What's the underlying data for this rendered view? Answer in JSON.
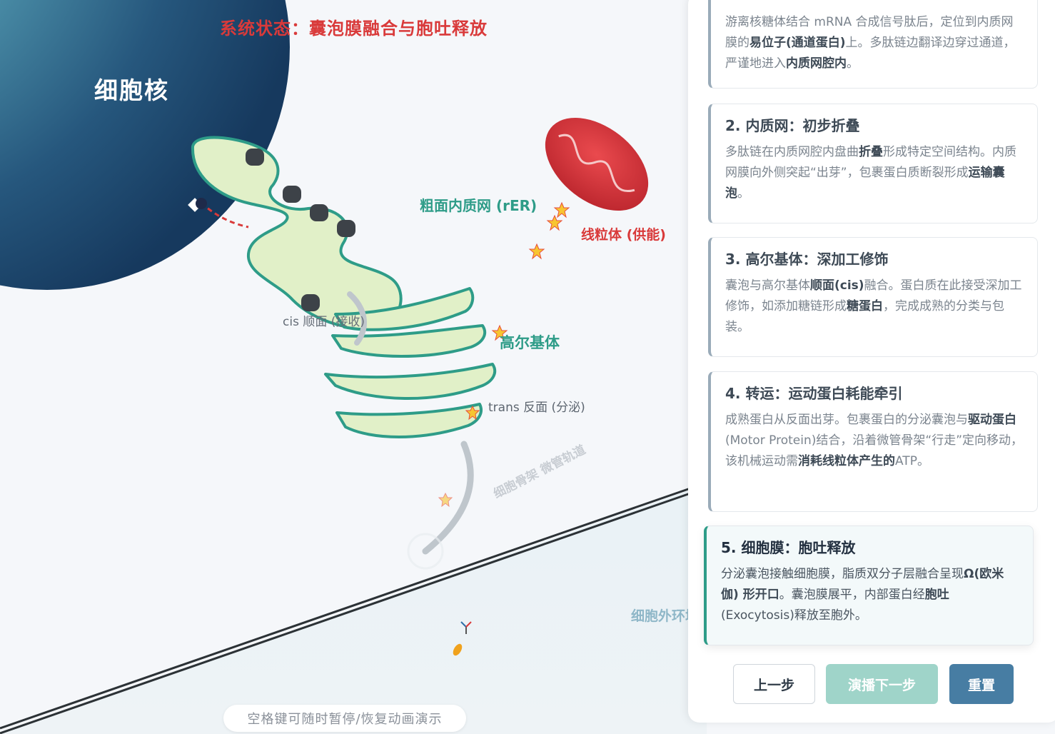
{
  "status_text": "系统状态：囊泡膜融合与胞吐释放",
  "labels": {
    "nucleus": "细胞核",
    "rer": "粗面内质网 (rER)",
    "mitochondria": "线粒体 (供能)",
    "golgi": "高尔基体",
    "cis": "cis 顺面 (接收)",
    "trans": "trans 反面 (分泌)",
    "cytoskeleton": "细胞骨架 微管轨道",
    "extracellular": "细胞外环境"
  },
  "hint": "空格键可随时暂停/恢复动画演示",
  "colors": {
    "accent": "#2e9c88",
    "alert": "#d93a3a",
    "nucleus": "#1f4a6e",
    "reset": "#477da3"
  },
  "steps": [
    {
      "title": "",
      "text_parts": [
        {
          "t": "游离核糖体结合 mRNA 合成信号肽后，定位到内质网膜的"
        },
        {
          "b": "易位子(通道蛋白)"
        },
        {
          "t": "上。多肽链边翻译边穿过通道，严谨地进入"
        },
        {
          "b": "内质网腔内"
        },
        {
          "t": "。"
        }
      ]
    },
    {
      "title": "2. 内质网：初步折叠",
      "text_parts": [
        {
          "t": "多肽链在内质网腔内盘曲"
        },
        {
          "b": "折叠"
        },
        {
          "t": "形成特定空间结构。内质网膜向外侧突起“出芽”，包裹蛋白质断裂形成"
        },
        {
          "b": "运输囊泡"
        },
        {
          "t": "。"
        }
      ]
    },
    {
      "title": "3. 高尔基体：深加工修饰",
      "text_parts": [
        {
          "t": "囊泡与高尔基体"
        },
        {
          "b": "顺面(cis)"
        },
        {
          "t": "融合。蛋白质在此接受深加工修饰，如添加糖链形成"
        },
        {
          "b": "糖蛋白"
        },
        {
          "t": "，完成成熟的分类与包装。"
        }
      ]
    },
    {
      "title": "4. 转运：运动蛋白耗能牵引",
      "text_parts": [
        {
          "t": "成熟蛋白从反面出芽。包裹蛋白的分泌囊泡与"
        },
        {
          "b": "驱动蛋白"
        },
        {
          "t": "(Motor Protein)结合，沿着微管骨架“行走”定向移动，该机械运动需"
        },
        {
          "b": "消耗线粒体产生的"
        },
        {
          "t": "ATP。"
        }
      ]
    },
    {
      "title": "5. 细胞膜：胞吐释放",
      "text_parts": [
        {
          "t": "分泌囊泡接触细胞膜，脂质双分子层融合呈现"
        },
        {
          "b": "Ω(欧米伽) 形开口"
        },
        {
          "t": "。囊泡膜展平，内部蛋白经"
        },
        {
          "b": "胞吐"
        },
        {
          "t": "(Exocytosis)释放至胞外。"
        }
      ]
    }
  ],
  "buttons": {
    "prev": "上一步",
    "next": "演播下一步",
    "reset": "重置"
  }
}
